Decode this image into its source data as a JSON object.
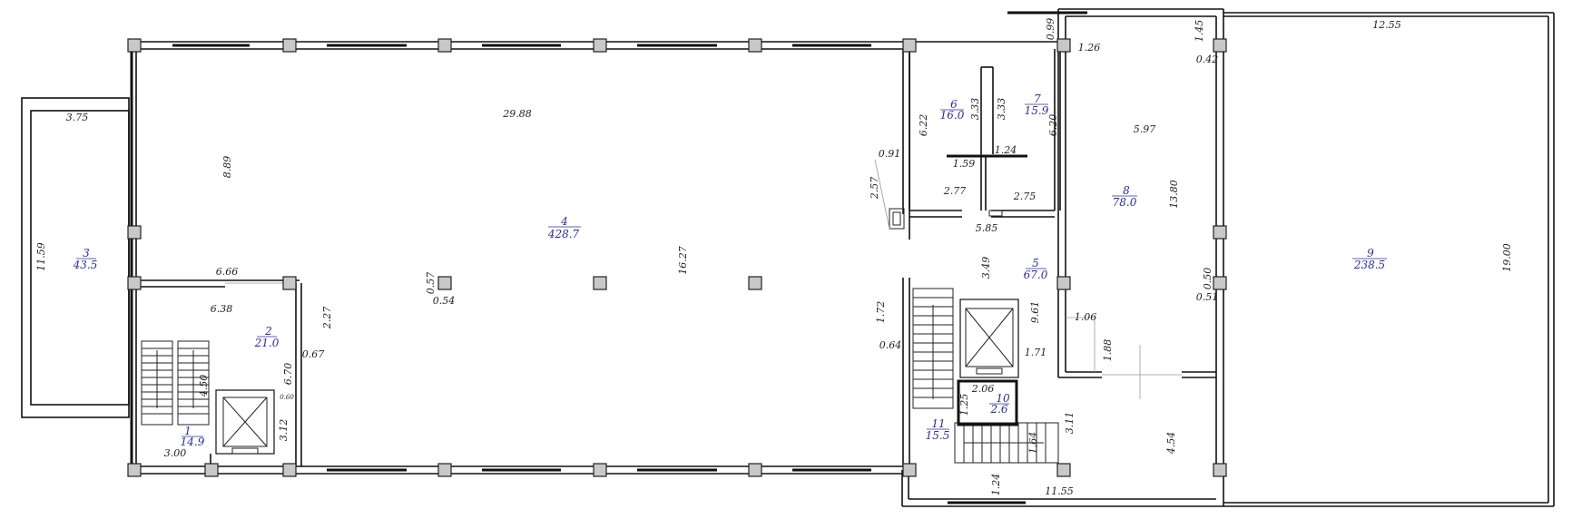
{
  "rooms": [
    {
      "id": "r1",
      "number": "1",
      "area": "14.9"
    },
    {
      "id": "r2",
      "number": "2",
      "area": "21.0"
    },
    {
      "id": "r3",
      "number": "3",
      "area": "43.5"
    },
    {
      "id": "r4",
      "number": "4",
      "area": "428.7"
    },
    {
      "id": "r5",
      "number": "5",
      "area": "67.0"
    },
    {
      "id": "r6",
      "number": "6",
      "area": "16.0"
    },
    {
      "id": "r7",
      "number": "7",
      "area": "15.9"
    },
    {
      "id": "r8",
      "number": "8",
      "area": "78.0"
    },
    {
      "id": "r9",
      "number": "9",
      "area": "238.5"
    },
    {
      "id": "r10",
      "number": "10",
      "area": "2.6"
    },
    {
      "id": "r11",
      "number": "11",
      "area": "15.5"
    }
  ],
  "dimensions": [
    {
      "id": "d01",
      "text": "29.88"
    },
    {
      "id": "d02",
      "text": "8.89"
    },
    {
      "id": "d03",
      "text": "3.75"
    },
    {
      "id": "d04",
      "text": "11.59"
    },
    {
      "id": "d05",
      "text": "16.27"
    },
    {
      "id": "d06",
      "text": "0.57"
    },
    {
      "id": "d07",
      "text": "0.54"
    },
    {
      "id": "d08",
      "text": "6.66"
    },
    {
      "id": "d09",
      "text": "6.38"
    },
    {
      "id": "d10",
      "text": "2.27"
    },
    {
      "id": "d11",
      "text": "0.67"
    },
    {
      "id": "d12",
      "text": "6.70"
    },
    {
      "id": "d13",
      "text": "4.50"
    },
    {
      "id": "d14",
      "text": "0.60"
    },
    {
      "id": "d15",
      "text": "3.12"
    },
    {
      "id": "d16",
      "text": "3.00"
    },
    {
      "id": "d17",
      "text": "0.99"
    },
    {
      "id": "d18",
      "text": "12.55"
    },
    {
      "id": "d19",
      "text": "1.45"
    },
    {
      "id": "d20",
      "text": "1.26"
    },
    {
      "id": "d21",
      "text": "0.42"
    },
    {
      "id": "d22",
      "text": "3.33"
    },
    {
      "id": "d23",
      "text": "3.33"
    },
    {
      "id": "d24",
      "text": "6.22"
    },
    {
      "id": "d25",
      "text": "6.20"
    },
    {
      "id": "d26",
      "text": "1.59"
    },
    {
      "id": "d27",
      "text": "1.24"
    },
    {
      "id": "d28",
      "text": "0.91"
    },
    {
      "id": "d29",
      "text": "2.57"
    },
    {
      "id": "d30",
      "text": "2.77"
    },
    {
      "id": "d31",
      "text": "2.75"
    },
    {
      "id": "d32",
      "text": "5.85"
    },
    {
      "id": "d33",
      "text": "5.97"
    },
    {
      "id": "d34",
      "text": "13.80"
    },
    {
      "id": "d35",
      "text": "3.49"
    },
    {
      "id": "d36",
      "text": "19.00"
    },
    {
      "id": "d37",
      "text": "0.50"
    },
    {
      "id": "d38",
      "text": "0.51"
    },
    {
      "id": "d39",
      "text": "1.72"
    },
    {
      "id": "d40",
      "text": "0.64"
    },
    {
      "id": "d41",
      "text": "9.61"
    },
    {
      "id": "d42",
      "text": "1.06"
    },
    {
      "id": "d43",
      "text": "1.88"
    },
    {
      "id": "d44",
      "text": "1.71"
    },
    {
      "id": "d45",
      "text": "2.06"
    },
    {
      "id": "d46",
      "text": "1.25"
    },
    {
      "id": "d47",
      "text": "3.11"
    },
    {
      "id": "d48",
      "text": "1.64"
    },
    {
      "id": "d49",
      "text": "4.54"
    },
    {
      "id": "d50",
      "text": "1.24"
    },
    {
      "id": "d51",
      "text": "11.55"
    }
  ]
}
